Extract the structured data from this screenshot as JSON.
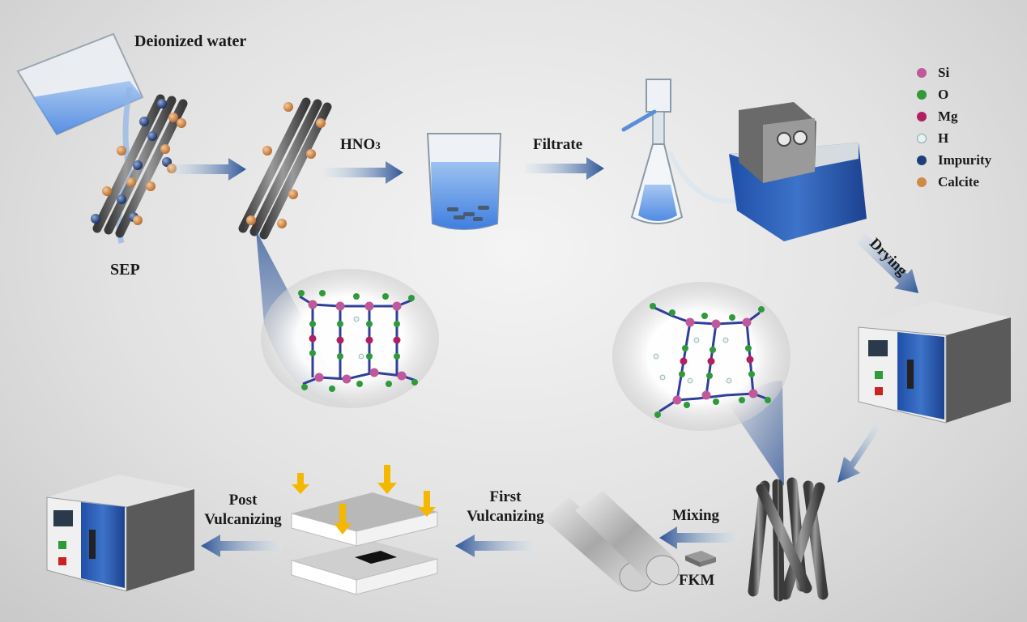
{
  "labels": {
    "deionized_water": "Deionized water",
    "sep": "SEP",
    "hno3": "HNO",
    "hno3_sub": "3",
    "filtrate": "Filtrate",
    "drying": "Drying",
    "mixing": "Mixing",
    "fkm": "FKM",
    "first_vulcanizing_line1": "First",
    "first_vulcanizing_line2": "Vulcanizing",
    "post_vulcanizing_line1": "Post",
    "post_vulcanizing_line2": "Vulcanizing"
  },
  "legend": [
    {
      "label": "Si",
      "color": "#c0589a"
    },
    {
      "label": "O",
      "color": "#2e9a3a"
    },
    {
      "label": "Mg",
      "color": "#b02060"
    },
    {
      "label": "H",
      "color": "#e8f2f2"
    },
    {
      "label": "Impurity",
      "color": "#1f3f7a"
    },
    {
      "label": "Calcite",
      "color": "#d08a48"
    }
  ],
  "colors": {
    "arrow": "#2f5597",
    "rod": "#5a5a5a",
    "impurity": "#1f3f7a",
    "calcite": "#d08a48",
    "press_arrow": "#f5b800",
    "oven_door": "#2f59b0"
  }
}
